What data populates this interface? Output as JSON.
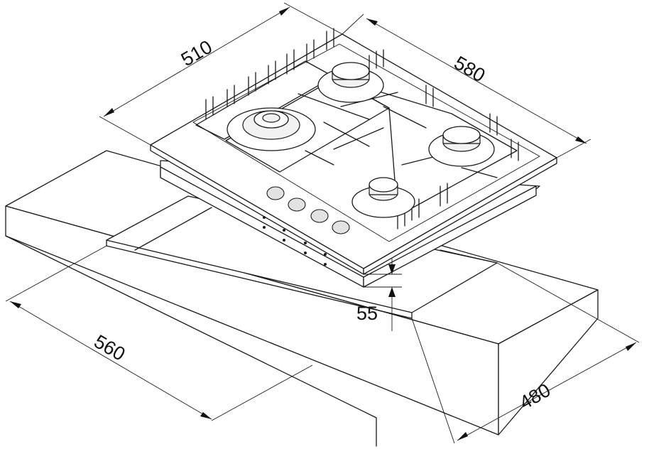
{
  "diagram": {
    "dimensions": {
      "width_top": "510",
      "depth_top": "580",
      "height": "55",
      "cutout_width": "560",
      "cutout_depth": "480"
    },
    "stroke_color": "#1a1a1a",
    "background_color": "#ffffff"
  }
}
